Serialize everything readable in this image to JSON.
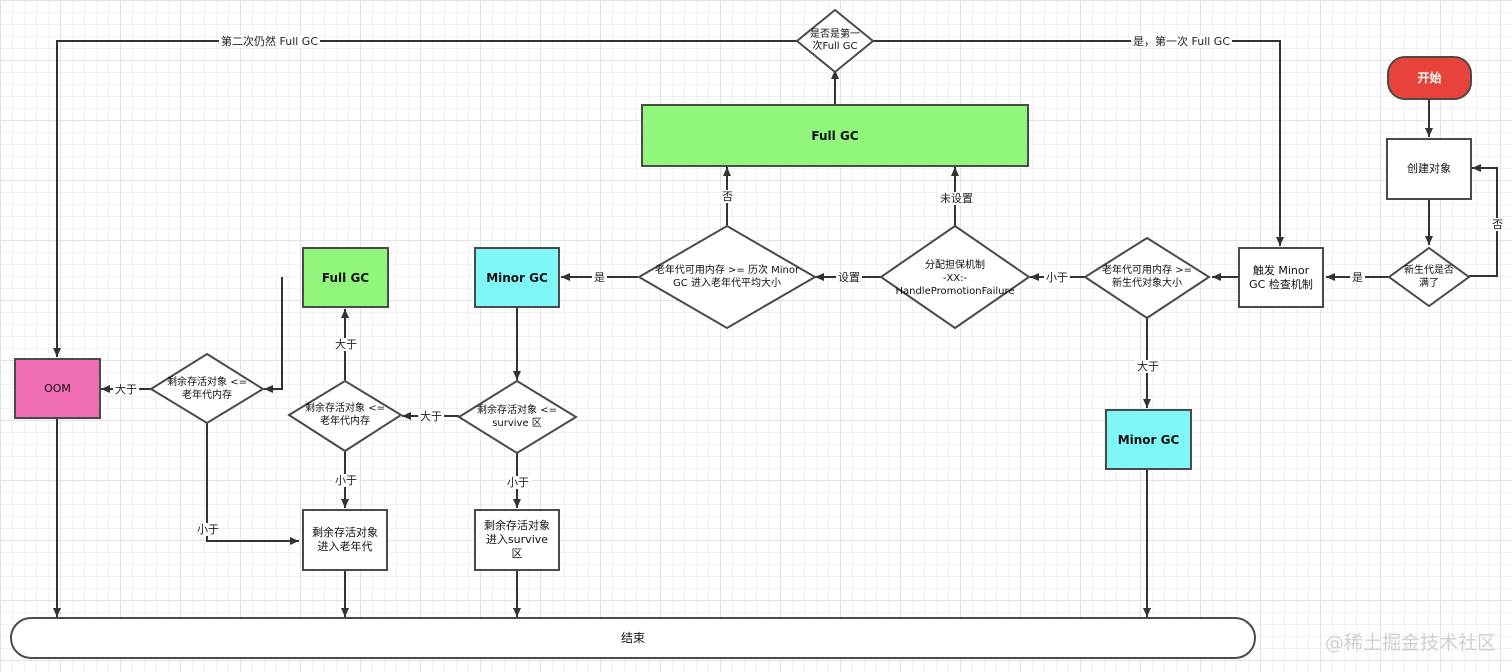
{
  "nodes": {
    "start": "开始",
    "create_object": "创建对象",
    "young_full": "新生代是否\n满了",
    "trigger_minor": "触发 Minor\nGC 检查机制",
    "old_ge_young": "老年代可用内存 >=\n新生代对象大小",
    "handle_promotion": "分配担保机制\n-XX:-\nHandlePromotionFailure",
    "old_ge_avg": "老年代可用内存 >=  历次 Minor\nGC 进入老年代平均大小",
    "full_gc_main": "Full GC",
    "first_full_gc": "是否是第一\n次Full GC",
    "minor_gc_right": "Minor GC",
    "minor_gc_mid": "Minor GC",
    "survive_check": "剩余存活对象 <=\nsurvive 区",
    "enter_survive": "剩余存活对象\n进入survive\n区",
    "old_check_mid": "剩余存活对象 <=\n老年代内存",
    "full_gc_small": "Full GC",
    "enter_old": "剩余存活对象\n进入老年代",
    "old_check_left": "剩余存活对象 <=\n老年代内存",
    "oom": "OOM",
    "end": "结束"
  },
  "edge_labels": {
    "second_full_gc": "第二次仍然 Full GC",
    "yes_first_full_gc": "是，第一次 Full GC",
    "no_loop": "否",
    "yes_to_trigger": "是",
    "less_than_1": "小于",
    "greater_than_minor": "大于",
    "setting": "设置",
    "not_set": "未设置",
    "no_to_full": "否",
    "yes_to_minor": "是",
    "less_than_survive": "小于",
    "greater_than_survive": "大于",
    "greater_than_old_mid": "大于",
    "less_than_old_mid": "小于",
    "greater_than_old_left": "大于",
    "less_than_old_left": "小于"
  },
  "colors": {
    "start": "#e8433a",
    "full_gc": "#91f77c",
    "minor_gc": "#7ff7f7",
    "oom": "#ee6db4"
  },
  "watermark": "@稀土掘金技术社区"
}
